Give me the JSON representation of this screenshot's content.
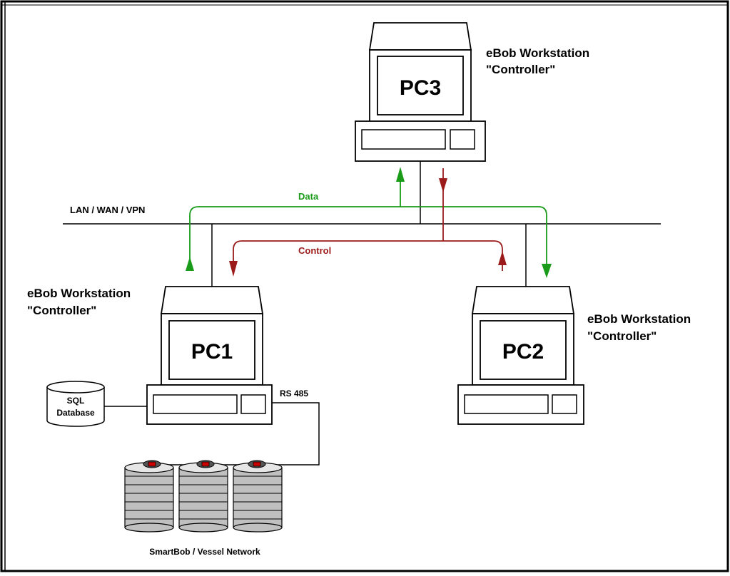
{
  "network": {
    "label": "LAN / WAN / VPN"
  },
  "flows": {
    "data": {
      "label": "Data",
      "color": "#1a9c1a"
    },
    "control": {
      "label": "Control",
      "color": "#9b1b1b"
    }
  },
  "workstations": [
    {
      "id": "pc3",
      "screen_label": "PC3",
      "title_line1": "eBob Workstation",
      "title_line2": "\"Controller\""
    },
    {
      "id": "pc1",
      "screen_label": "PC1",
      "title_line1": "eBob Workstation",
      "title_line2": "\"Controller\""
    },
    {
      "id": "pc2",
      "screen_label": "PC2",
      "title_line1": "eBob Workstation",
      "title_line2": "\"Controller\""
    }
  ],
  "database": {
    "line1": "SQL",
    "line2": "Database"
  },
  "serial_link": {
    "label": "RS 485"
  },
  "vessel_network": {
    "label": "SmartBob / Vessel Network",
    "led_color": "#cc0000",
    "unit_fill": "#c0c0c0"
  }
}
